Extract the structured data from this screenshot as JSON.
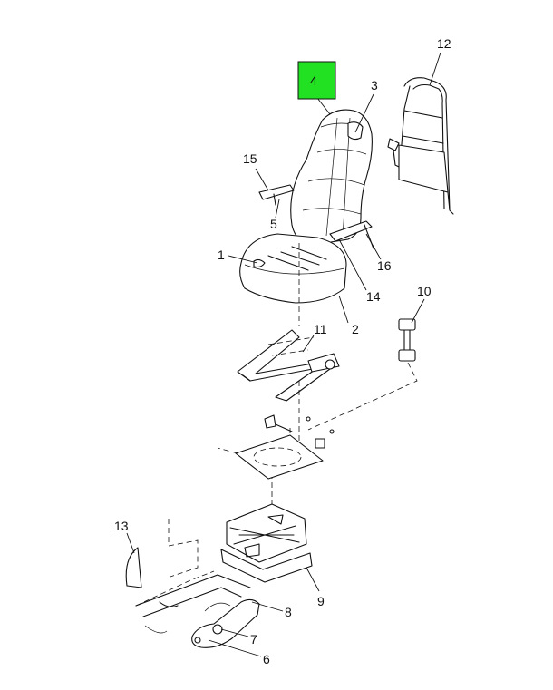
{
  "highlight_color": "#22e122",
  "callouts": {
    "c1": "1",
    "c2": "2",
    "c3": "3",
    "c4": "4",
    "c5": "5",
    "c6": "6",
    "c7": "7",
    "c8": "8",
    "c9": "9",
    "c10": "10",
    "c11": "11",
    "c12": "12",
    "c13": "13",
    "c14": "14",
    "c15": "15",
    "c16": "16"
  }
}
